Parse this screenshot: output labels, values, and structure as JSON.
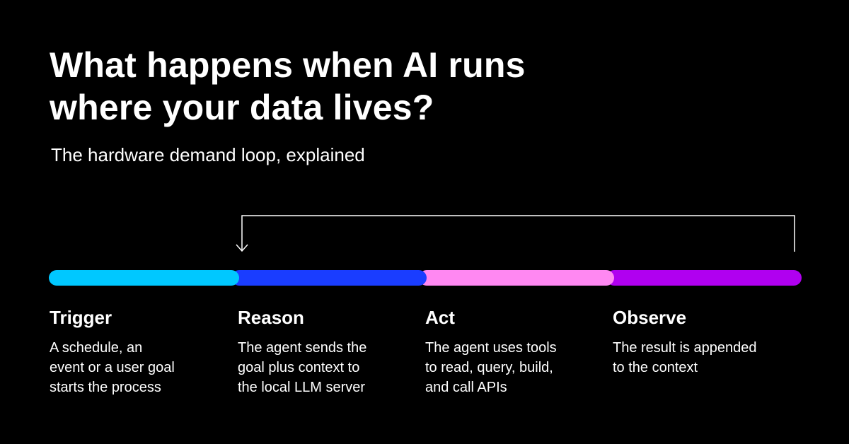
{
  "header": {
    "title_line1": "What happens when AI runs",
    "title_line2": "where your data lives?",
    "subtitle": "The hardware demand loop, explained"
  },
  "colors": {
    "background": "#000000",
    "text": "#ffffff",
    "trigger": "#00c8ff",
    "reason": "#1a3dff",
    "act": "#ff88f2",
    "observe": "#b000f0"
  },
  "steps": [
    {
      "label": "Trigger",
      "description": "A schedule, an\nevent or a user goal\nstarts the process",
      "color": "#00c8ff"
    },
    {
      "label": "Reason",
      "description": "The agent sends the\ngoal plus context to\nthe local LLM server",
      "color": "#1a3dff"
    },
    {
      "label": "Act",
      "description": "The agent uses tools\nto read, query, build,\nand call APIs",
      "color": "#ff88f2"
    },
    {
      "label": "Observe",
      "description": "The result is appended\nto the context",
      "color": "#b000f0"
    }
  ],
  "loop": {
    "from_step": "Observe",
    "to_step": "Reason",
    "icon": "arrow-down-icon"
  }
}
